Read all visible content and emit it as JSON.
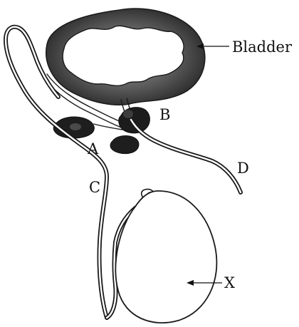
{
  "labels": {
    "bladder": "Bladder",
    "a": "A",
    "b": "B",
    "c": "C",
    "d": "D",
    "x": "X"
  },
  "colors": {
    "ink": "#111111",
    "wall_dark": "#2a2a2a",
    "wall_mid": "#6e6e6e",
    "background": "#ffffff"
  }
}
